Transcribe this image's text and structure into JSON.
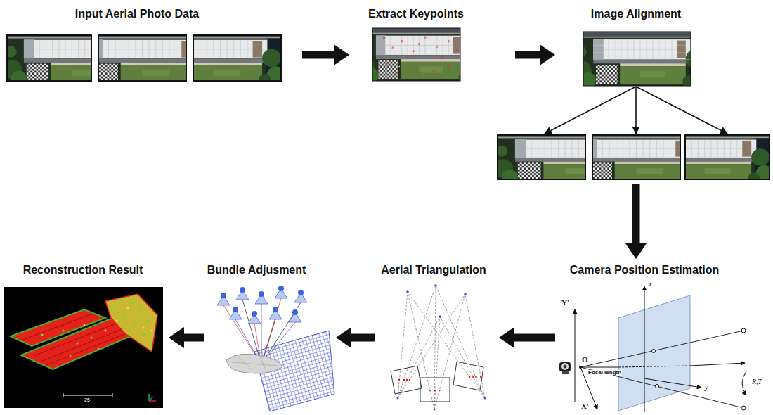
{
  "diagram": {
    "nodes": [
      {
        "text": [
          "Input Aerial Photo Data"
        ]
      },
      {
        "text": [
          "Extract Keypoints"
        ]
      },
      {
        "text": [
          "Image Alignment"
        ]
      },
      {
        "text": [
          "Camera Position Estimation"
        ]
      },
      {
        "text": [
          "Aerial Triangulation"
        ]
      },
      {
        "text": [
          "Bundle Adjusment"
        ]
      },
      {
        "text": [
          "Reconstruction Result"
        ]
      }
    ],
    "edges": [
      {
        "from": 0,
        "to": 1,
        "arrow": "to"
      },
      {
        "from": 1,
        "to": 2,
        "arrow": "to"
      },
      {
        "from": 2,
        "to": 3,
        "arrow": "to"
      },
      {
        "from": 3,
        "to": 4,
        "arrow": "to"
      },
      {
        "from": 4,
        "to": 5,
        "arrow": "to"
      },
      {
        "from": 5,
        "to": 6,
        "arrow": "to"
      }
    ],
    "labels": [
      "Y'",
      "x",
      "O",
      "Focal length",
      "y",
      "R,T",
      "X'",
      "25"
    ]
  }
}
